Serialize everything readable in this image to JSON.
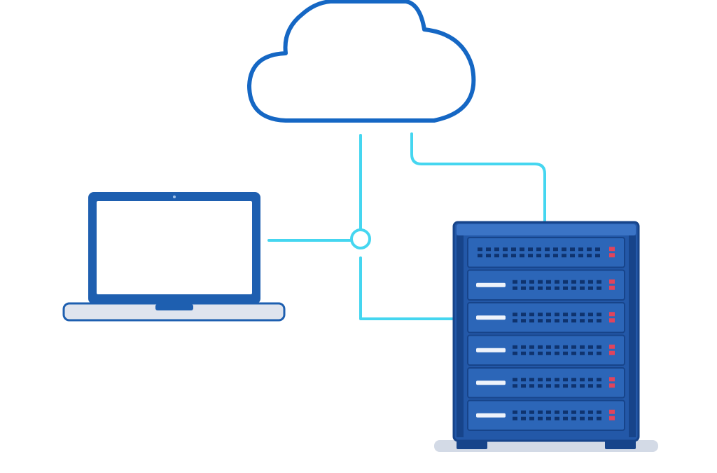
{
  "diagram": {
    "nodes": [
      {
        "id": "cloud",
        "icon": "cloud-icon"
      },
      {
        "id": "laptop",
        "icon": "laptop-icon"
      },
      {
        "id": "server-rack",
        "icon": "server-rack-icon"
      },
      {
        "id": "junction",
        "icon": "junction-node-icon"
      }
    ],
    "edges": [
      {
        "from": "cloud",
        "to": "junction"
      },
      {
        "from": "laptop",
        "to": "junction"
      },
      {
        "from": "junction",
        "to": "server-rack"
      },
      {
        "from": "cloud",
        "to": "server-rack"
      }
    ],
    "server_units": 6
  },
  "colors": {
    "background": "#ffffff",
    "cloud_stroke": "#1567c4",
    "connector": "#45d6f0",
    "laptop_frame": "#1e5fb0",
    "laptop_base": "#dfe4ee",
    "server_body": "#2358a8",
    "server_dark": "#17448a",
    "server_unit": "#2c66b8",
    "server_grille": "#0f336e",
    "server_slot": "#eef3fb",
    "server_led": "#e0445c",
    "shadow": "#d3dae6"
  }
}
